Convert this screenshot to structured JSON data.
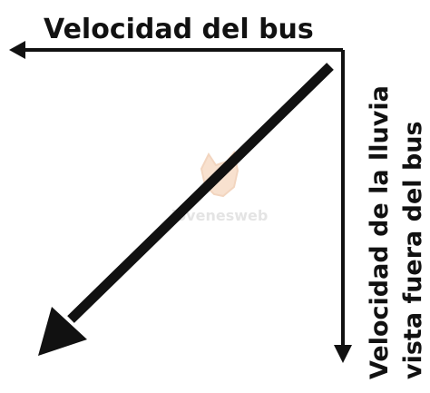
{
  "diagram": {
    "horizontal_label": "Velocidad del bus",
    "vertical_label_line1": "Velocidad de la lluvia",
    "vertical_label_line2": "vista fuera del bus",
    "watermark_text": "jovenesweb"
  },
  "colors": {
    "arrow": "#111111",
    "background": "#ffffff",
    "watermark": "#cfcfcf",
    "watermark_accent": "#f3c9a8"
  },
  "icons": {
    "watermark_logo": "fox-head-icon"
  }
}
